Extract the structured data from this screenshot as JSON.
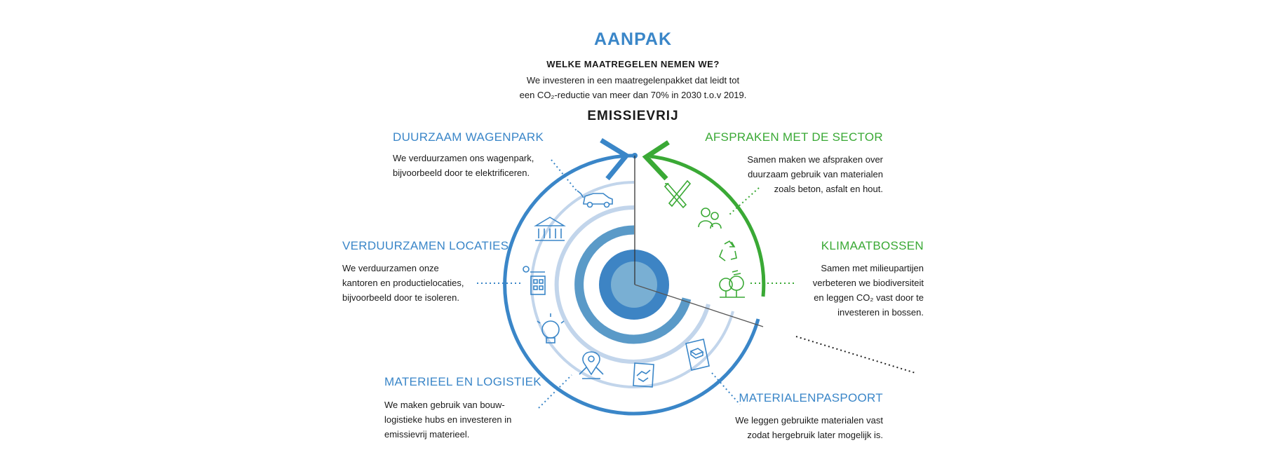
{
  "header": {
    "title": "AANPAK",
    "subtitle": "WELKE MAATREGELEN NEMEN WE?",
    "intro": "We investeren in een maatregelenpakket dat leidt tot\neen CO₂-reductie van meer dan 70% in 2030 t.o.v 2019.",
    "emission": "EMISSIEVRIJ"
  },
  "measures": {
    "wagenpark": {
      "title": "DUURZAAM WAGENPARK",
      "text": "We verduurzamen ons wagenpark,\nbijvoorbeeld door te elektrificeren."
    },
    "locaties": {
      "title": "VERDUURZAMEN LOCATIES",
      "text": "We verduurzamen onze\nkantoren en productielocaties,\nbijvoorbeeld door te isoleren."
    },
    "logistiek": {
      "title": "MATERIEEL EN LOGISTIEK",
      "text": "We maken gebruik van bouw-\nlogistieke hubs en investeren in\nemissievrij materieel."
    },
    "sector": {
      "title": "AFSPRAKEN MET DE SECTOR",
      "text": "Samen maken we afspraken over\nduurzaam gebruik van materialen\nzoals beton, asfalt en hout."
    },
    "klimaat": {
      "title": "KLIMAATBOSSEN",
      "text": "Samen met milieupartijen\nverbeteren we biodiversiteit\nen leggen CO₂ vast door te\ninvesteren in bossen."
    },
    "paspoort": {
      "title": "MATERIALENPASPOORT",
      "text": "We leggen gebruikte materialen vast\nzodat hergebruik later mogelijk is."
    }
  },
  "colors": {
    "blue": "#3a86c8",
    "green": "#3aa935",
    "light_blue": "#c4d6ec",
    "mid_blue": "#5b9bc9",
    "dark": "#1a1a1a"
  },
  "icons": [
    "electric-car-icon",
    "building-columns-icon",
    "solar-office-icon",
    "lightbulb-icon",
    "location-pin-icon",
    "handshake-icon",
    "material-sheet-icon",
    "tools-icon",
    "people-icon",
    "recycle-icon",
    "trees-icon"
  ]
}
